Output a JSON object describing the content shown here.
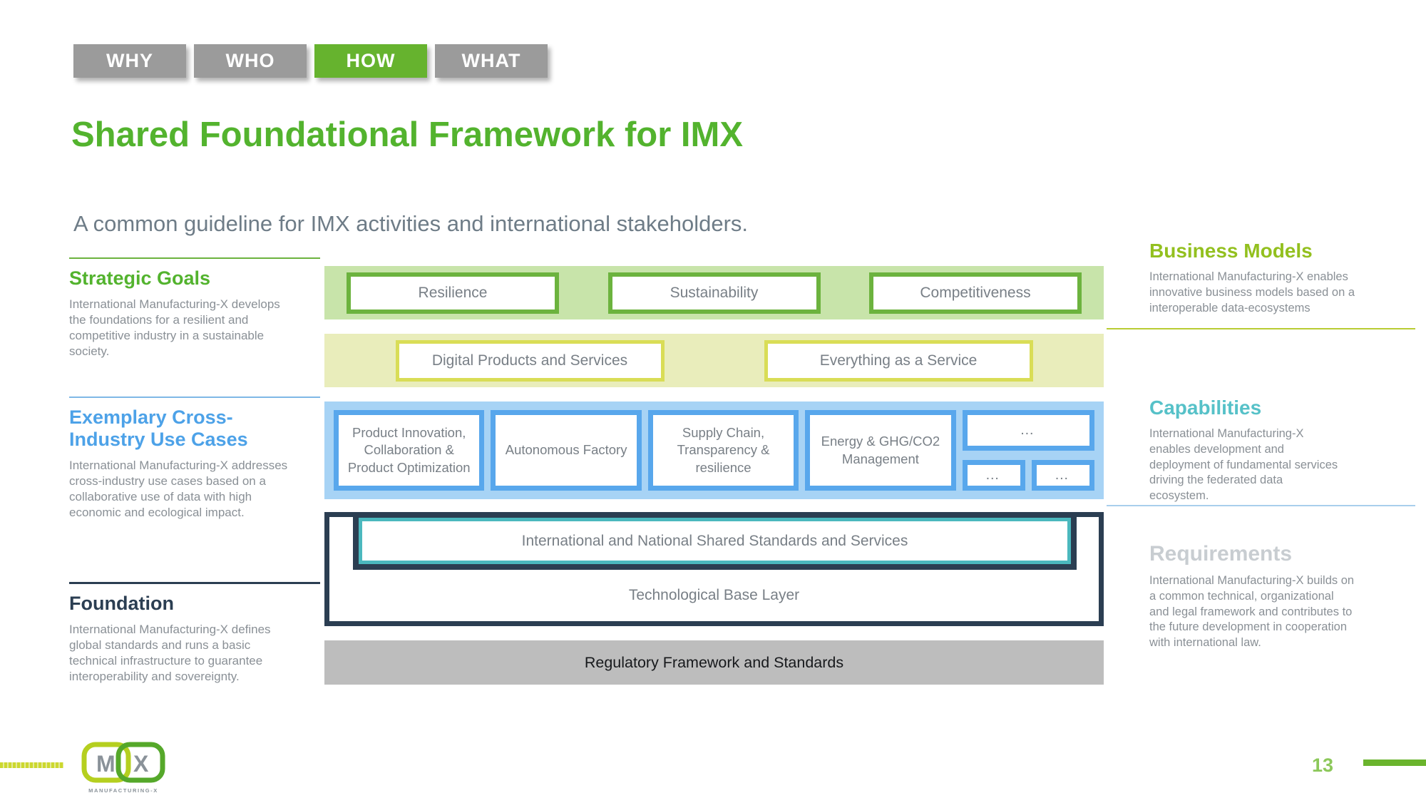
{
  "slide": {
    "tabs": [
      {
        "label": "WHY",
        "active": false
      },
      {
        "label": "WHO",
        "active": false
      },
      {
        "label": "HOW",
        "active": true
      },
      {
        "label": "WHAT",
        "active": false
      }
    ],
    "title": "Shared Foundational Framework for IMX",
    "subtitle": "A common guideline for IMX activities and international stakeholders."
  },
  "left_sections": [
    {
      "heading": "Strategic Goals",
      "body": "International Manufacturing-X develops the foundations for a resilient and competitive industry in a sustainable society."
    },
    {
      "heading": "Exemplary Cross-Industry Use Cases",
      "body": "International Manufacturing-X addresses cross-industry use cases based on a collaborative use of data with high economic and ecological impact."
    },
    {
      "heading": "Foundation",
      "body": "International Manufacturing-X defines global standards and runs a basic technical infrastructure to guarantee interoperability and sovereignty."
    }
  ],
  "right_sections": [
    {
      "heading": "Business Models",
      "body": "International Manufacturing-X enables innovative business models based on a interoperable data-ecosystems"
    },
    {
      "heading": "Capabilities",
      "body": "International Manufacturing-X enables development and deployment of fundamental services driving the federated data ecosystem."
    },
    {
      "heading": "Requirements",
      "body": "International Manufacturing-X builds on a common technical, organizational and legal framework and contributes to the future development in cooperation with international law."
    }
  ],
  "diagram": {
    "strategic_goals": [
      "Resilience",
      "Sustainability",
      "Competitiveness"
    ],
    "services": [
      "Digital Products and Services",
      "Everything as a Service"
    ],
    "use_cases": [
      "Product Innovation, Collaboration & Product Optimization",
      "Autonomous Factory",
      "Supply Chain, Transparency & resilience",
      "Energy & GHG/CO2 Management"
    ],
    "use_cases_placeholder_wide": "…",
    "use_cases_placeholders_small": [
      "…",
      "…"
    ],
    "standards": "International and National Shared Standards and Services",
    "base_layer": "Technological Base Layer",
    "regulatory": "Regulatory Framework and Standards"
  },
  "footer": {
    "page_number": "13",
    "logo": {
      "letter_m": "M",
      "letter_x": "X",
      "caption": "MANUFACTURING-X"
    }
  },
  "colors": {
    "title_green": "#53b32e",
    "tab_active_green": "#66b32e",
    "tab_gray": "#9b9b9b",
    "use_cases_blue_heading": "#4da2e8",
    "foundation_navy": "#2b3e52",
    "standards_teal": "#4bb8be",
    "business_models_green": "#93c01f",
    "capabilities_teal": "#56c1c8",
    "requirements_gray": "#c8cdd1",
    "goals_band_bg": "#c8e4aa",
    "goals_box_border": "#6cb33e",
    "services_band_bg": "#e9edbb",
    "services_box_border": "#d9dd56",
    "use_cases_band_bg": "#a7d3f5",
    "use_cases_box_border": "#58a7ec",
    "regulatory_band_bg": "#bdbdbd",
    "body_text_gray": "#8a9096"
  }
}
